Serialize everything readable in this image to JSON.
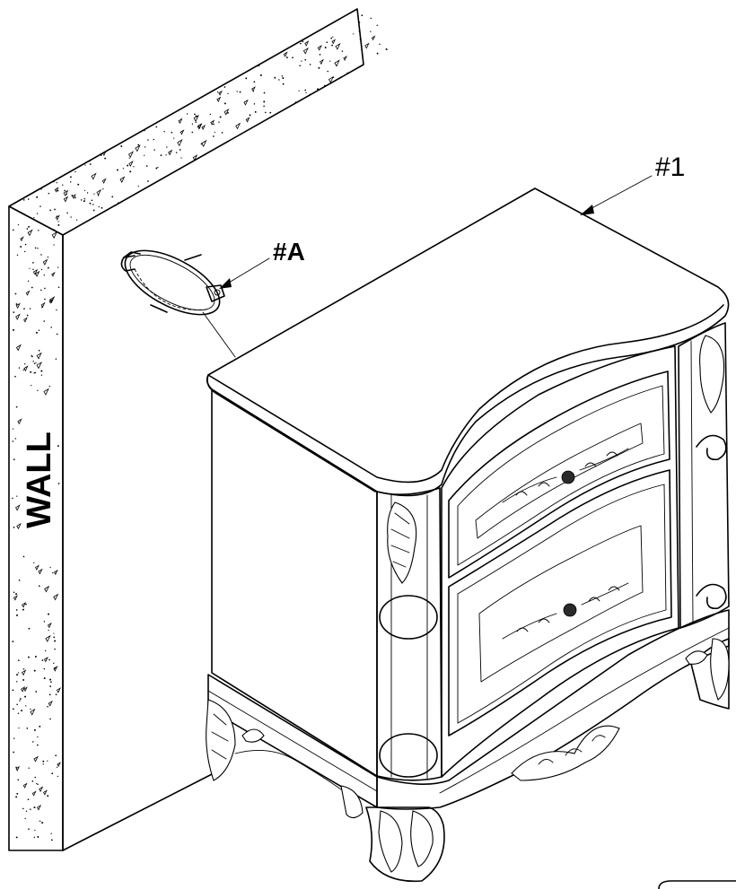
{
  "labels": {
    "wall": "WALL",
    "part_a": "#A",
    "part_1": "#1"
  },
  "colors": {
    "line": "#000000",
    "background": "#ffffff"
  }
}
